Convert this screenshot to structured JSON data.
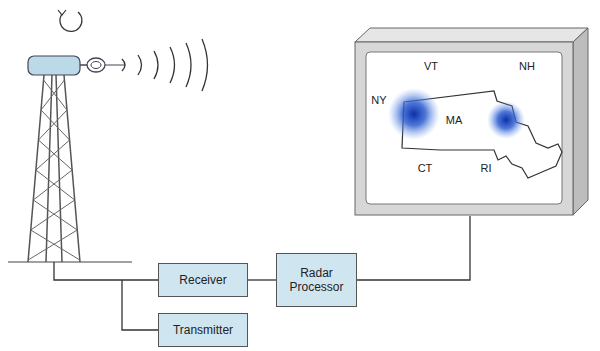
{
  "diagram": {
    "nodes": [
      {
        "text": [
          "Receiver"
        ]
      },
      {
        "text": [
          "Radar Processor"
        ]
      },
      {
        "text": [
          "Transmitter"
        ]
      }
    ],
    "edges": [
      {
        "from": 0,
        "to": 1,
        "arrow": "none"
      }
    ],
    "labels": [
      "VT",
      "NH",
      "NY",
      "MA",
      "CT",
      "RI"
    ]
  }
}
